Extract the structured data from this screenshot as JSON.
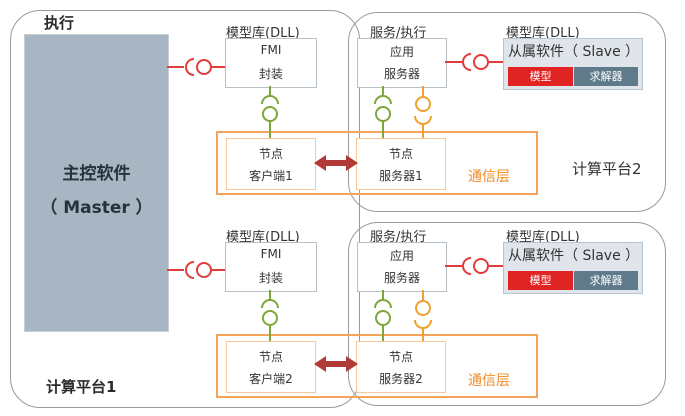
{
  "platform1": {
    "execute_label": "执行",
    "name": "计算平台1",
    "master_title": "主控软件",
    "master_sub": "（ Master ）"
  },
  "platform2": {
    "name": "计算平台2"
  },
  "top_row": {
    "dll_label": "模型库(DLL)",
    "fmi_line1": "FMI",
    "fmi_line2": "封装",
    "service_label": "服务/执行",
    "app_line1": "应用",
    "app_line2": "服务器",
    "dll2_label": "模型库(DLL)",
    "slave_title": "从属软件（ Slave ）",
    "model_btn": "模型",
    "solver_btn": "求解器",
    "node_client_1": "节点",
    "node_client_2": "客户端1",
    "node_server_1": "节点",
    "node_server_2": "服务器1",
    "comm_label": "通信层"
  },
  "bottom_row": {
    "dll_label": "模型库(DLL)",
    "fmi_line1": "FMI",
    "fmi_line2": "封装",
    "service_label": "服务/执行",
    "app_line1": "应用",
    "app_line2": "服务器",
    "dll2_label": "模型库(DLL)",
    "slave_title": "从属软件（ Slave ）",
    "model_btn": "模型",
    "solver_btn": "求解器",
    "node_client_1": "节点",
    "node_client_2": "客户端2",
    "node_server_1": "节点",
    "node_server_2": "服务器2",
    "comm_label": "通信层"
  },
  "colors": {
    "comm_orange": "#f3a35a",
    "plug_red": "#e23b3b",
    "plug_green": "#7ea63a",
    "plug_orange": "#f0a030",
    "arrow_red": "#b03a35",
    "master_fill": "#a8b5c2"
  }
}
